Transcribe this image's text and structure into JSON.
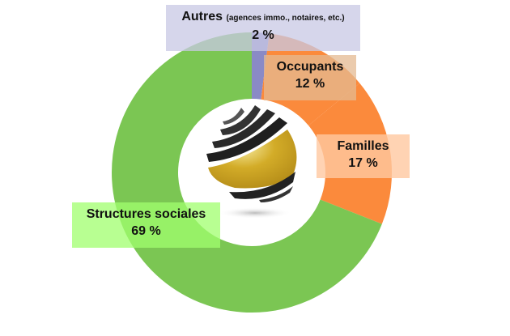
{
  "chart_data": {
    "type": "pie",
    "donut": true,
    "slices": [
      {
        "name": "Autres",
        "note": "(agences immo., notaires, etc.)",
        "value": 2,
        "label": "2 %",
        "color": "#8a8ac6",
        "box": "rgba(200,200,228,0.75)"
      },
      {
        "name": "Occupants",
        "value": 12,
        "label": "12 %",
        "color": "#fb8a3c",
        "box": "rgba(230,190,150,0.75)"
      },
      {
        "name": "Familles",
        "value": 17,
        "label": "17 %",
        "color": "#fb8a3c",
        "box": "rgba(255,200,160,0.75)"
      },
      {
        "name": "Structures sociales",
        "value": 69,
        "label": "69 %",
        "color": "#7bc653",
        "box": "rgba(170,255,130,0.75)"
      }
    ]
  }
}
